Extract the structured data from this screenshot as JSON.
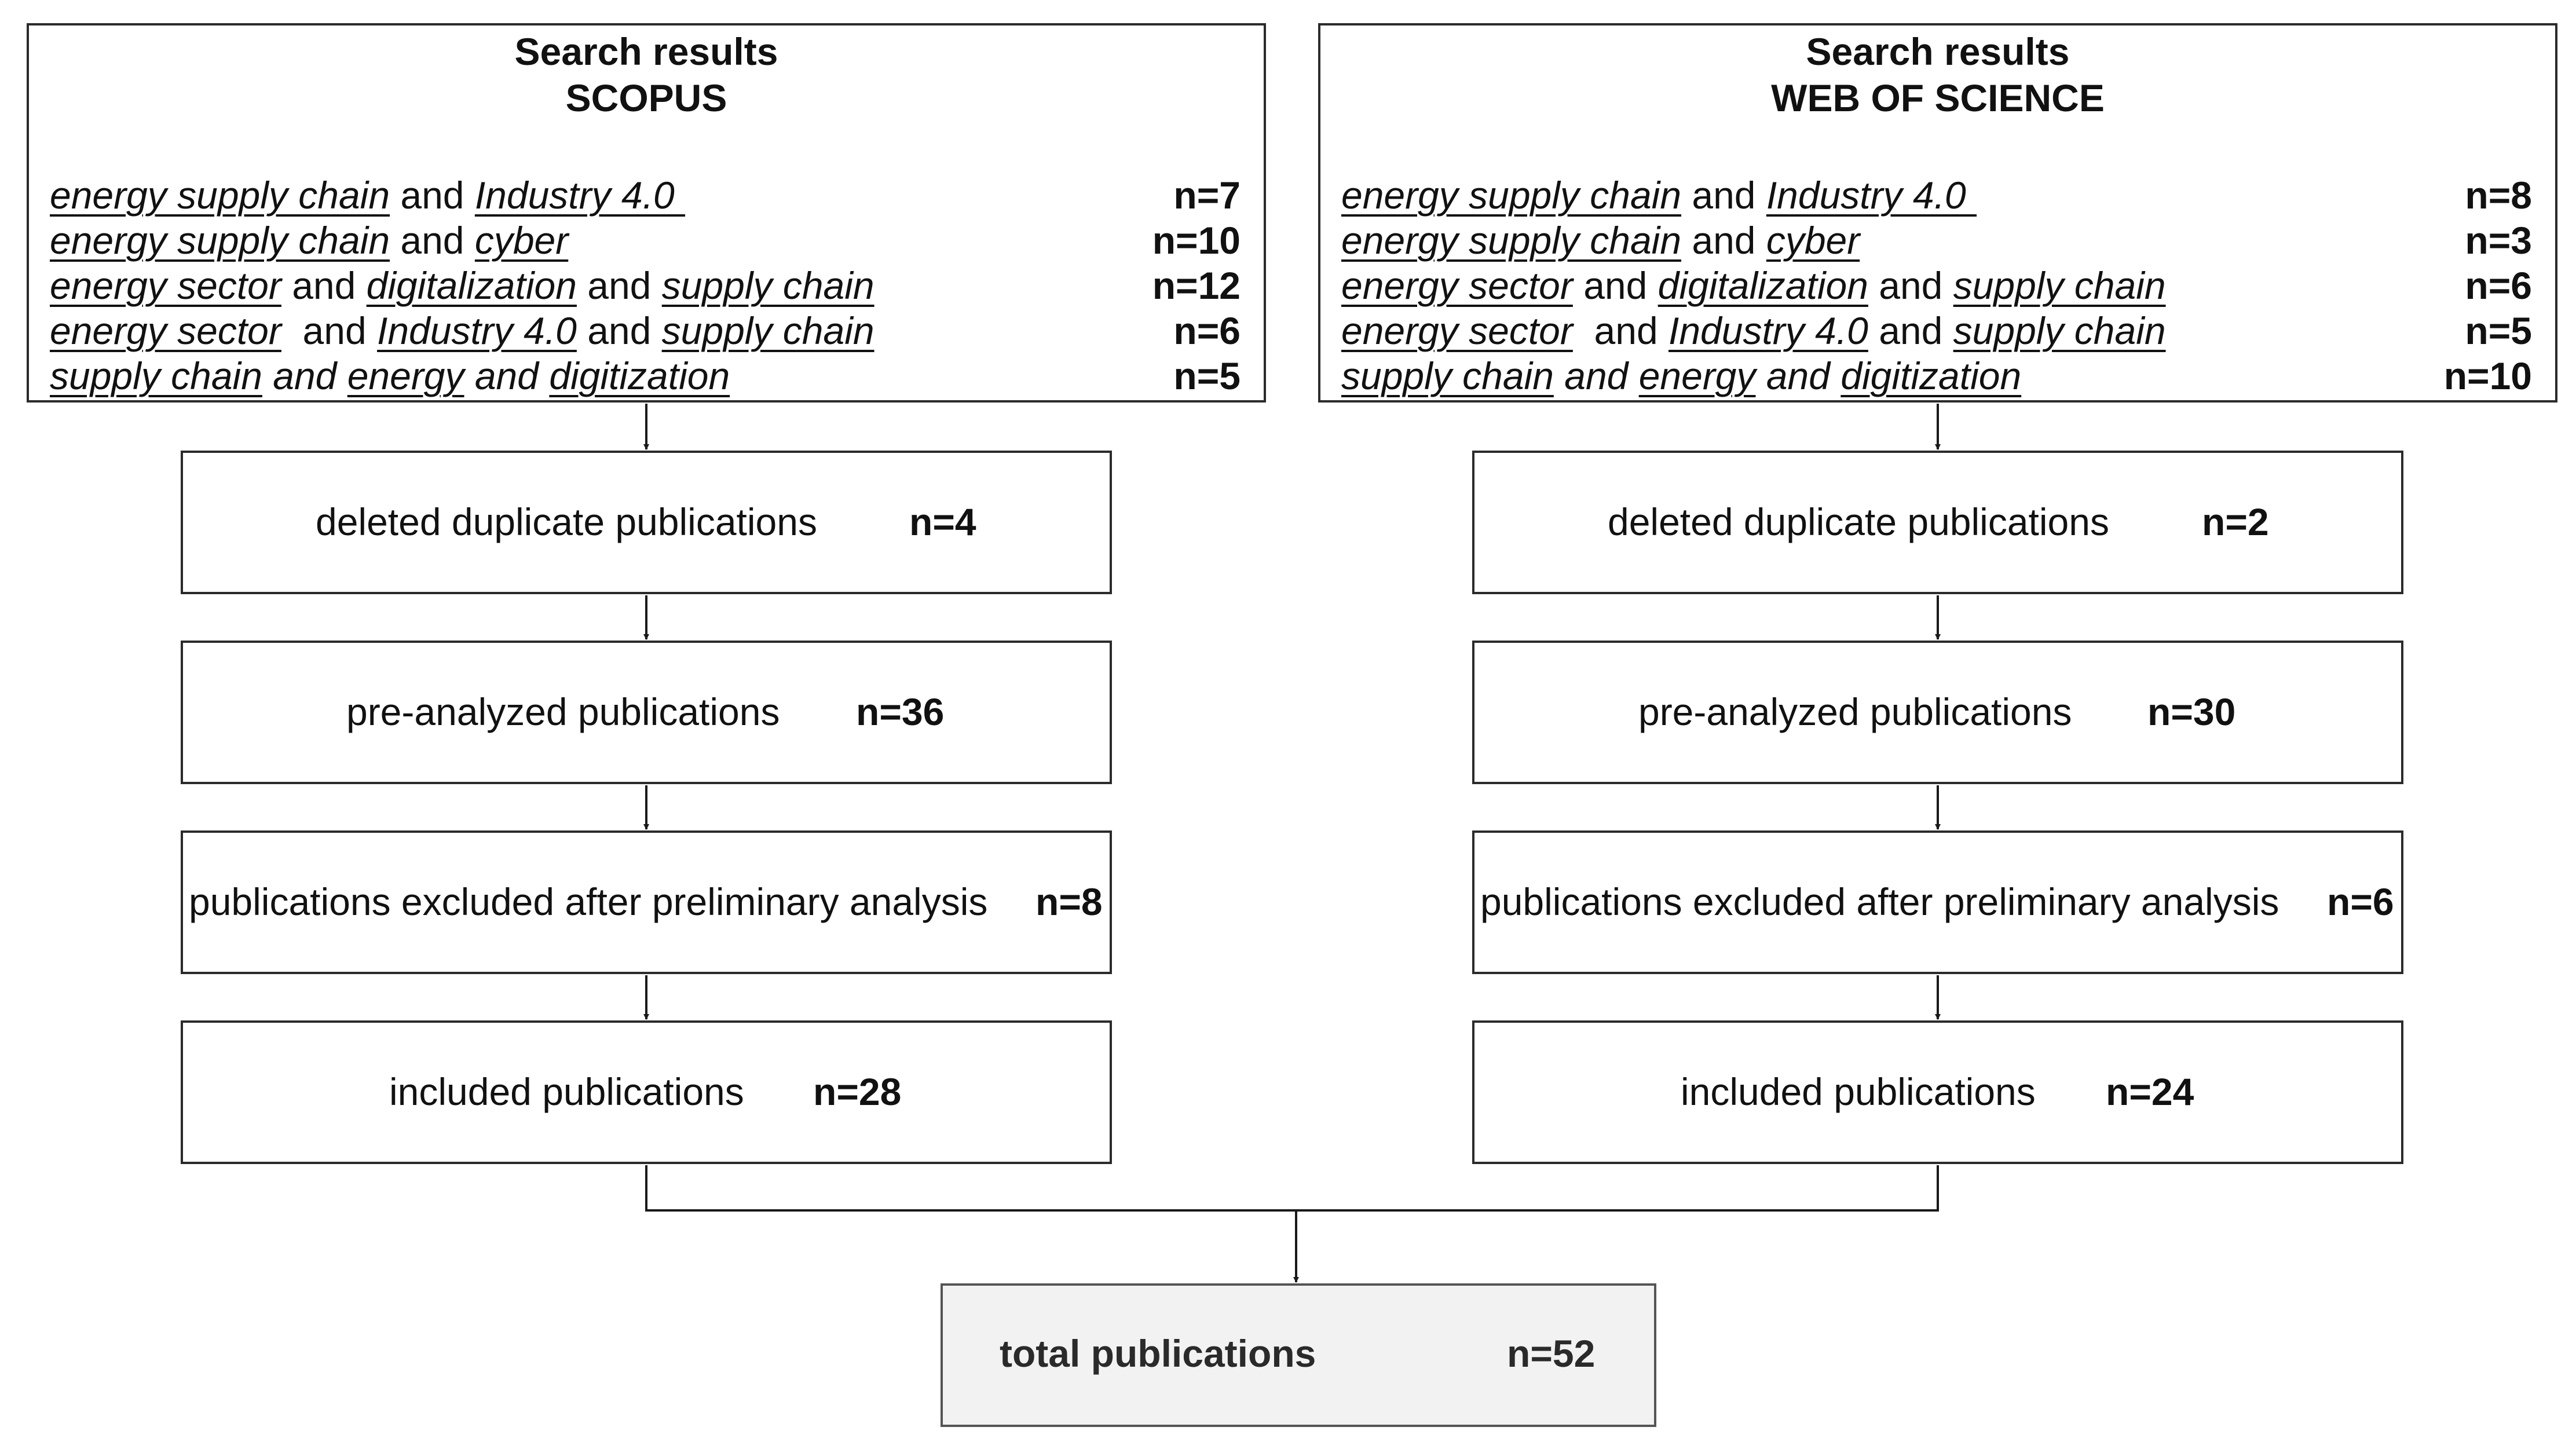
{
  "sources": [
    {
      "title_line1": "Search results",
      "title_line2": "SCOPUS",
      "queries": [
        {
          "parts": [
            {
              "text": "energy supply chain",
              "style": "ui"
            },
            {
              "text": " and ",
              "style": "plain"
            },
            {
              "text": "Industry 4.0 ",
              "style": "ui"
            }
          ],
          "n": "n=7"
        },
        {
          "parts": [
            {
              "text": "energy supply chain",
              "style": "ui"
            },
            {
              "text": " and ",
              "style": "plain"
            },
            {
              "text": "cyber",
              "style": "ui"
            }
          ],
          "n": "n=10"
        },
        {
          "parts": [
            {
              "text": "energy sector",
              "style": "ui"
            },
            {
              "text": " and ",
              "style": "plain"
            },
            {
              "text": "digitalization",
              "style": "ui"
            },
            {
              "text": " and ",
              "style": "plain"
            },
            {
              "text": "supply chain",
              "style": "ui"
            }
          ],
          "n": "n=12"
        },
        {
          "parts": [
            {
              "text": "energy sector",
              "style": "ui"
            },
            {
              "text": "  and ",
              "style": "plain"
            },
            {
              "text": "Industry 4.0",
              "style": "ui"
            },
            {
              "text": " and ",
              "style": "plain"
            },
            {
              "text": "supply chain",
              "style": "ui"
            }
          ],
          "n": "n=6"
        },
        {
          "parts": [
            {
              "text": "supply chain",
              "style": "ui"
            },
            {
              "text": " and ",
              "style": "i"
            },
            {
              "text": "energy",
              "style": "ui"
            },
            {
              "text": " and ",
              "style": "i"
            },
            {
              "text": "digitization",
              "style": "ui"
            }
          ],
          "n": "n=5"
        }
      ],
      "steps": [
        {
          "label": "deleted duplicate publications",
          "n": "n=4"
        },
        {
          "label": "pre-analyzed publications",
          "n": "n=36"
        },
        {
          "label": "publications excluded after preliminary analysis",
          "n": "n=8"
        },
        {
          "label": "included publications",
          "n": "n=28"
        }
      ]
    },
    {
      "title_line1": "Search results",
      "title_line2": "WEB OF SCIENCE",
      "queries": [
        {
          "parts": [
            {
              "text": "energy supply chain",
              "style": "ui"
            },
            {
              "text": " and ",
              "style": "plain"
            },
            {
              "text": "Industry 4.0 ",
              "style": "ui"
            }
          ],
          "n": "n=8"
        },
        {
          "parts": [
            {
              "text": "energy supply chain",
              "style": "ui"
            },
            {
              "text": " and ",
              "style": "plain"
            },
            {
              "text": "cyber",
              "style": "ui"
            }
          ],
          "n": "n=3"
        },
        {
          "parts": [
            {
              "text": "energy sector",
              "style": "ui"
            },
            {
              "text": " and ",
              "style": "plain"
            },
            {
              "text": "digitalization",
              "style": "ui"
            },
            {
              "text": " and ",
              "style": "plain"
            },
            {
              "text": "supply chain",
              "style": "ui"
            }
          ],
          "n": "n=6"
        },
        {
          "parts": [
            {
              "text": "energy sector",
              "style": "ui"
            },
            {
              "text": "  and ",
              "style": "plain"
            },
            {
              "text": "Industry 4.0",
              "style": "ui"
            },
            {
              "text": " and ",
              "style": "plain"
            },
            {
              "text": "supply chain",
              "style": "ui"
            }
          ],
          "n": "n=5"
        },
        {
          "parts": [
            {
              "text": "supply chain",
              "style": "ui"
            },
            {
              "text": " and ",
              "style": "i"
            },
            {
              "text": "energy",
              "style": "ui"
            },
            {
              "text": " and ",
              "style": "i"
            },
            {
              "text": "digitization",
              "style": "ui"
            }
          ],
          "n": "n=10"
        }
      ],
      "steps": [
        {
          "label": "deleted duplicate publications",
          "n": "n=2"
        },
        {
          "label": "pre-analyzed publications",
          "n": "n=30"
        },
        {
          "label": "publications excluded after preliminary analysis",
          "n": "n=6"
        },
        {
          "label": "included publications",
          "n": "n=24"
        }
      ]
    }
  ],
  "total": {
    "label": "total publications",
    "n": "n=52"
  }
}
